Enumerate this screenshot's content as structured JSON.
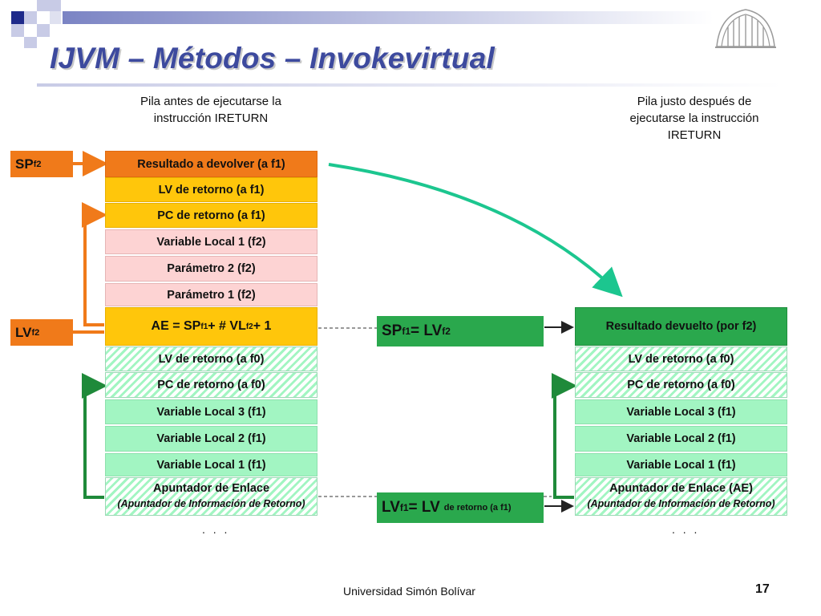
{
  "title": "IJVM – Métodos – Invokevirtual",
  "caption_left": "Pila antes de ejecutarse la instrucción IRETURN",
  "caption_right": "Pila justo después de ejecutarse la instrucción IRETURN",
  "labels": {
    "sp_f2_main": "SP",
    "sp_f2_sub": "f2",
    "lv_f2_main": "LV",
    "lv_f2_sub": "f2"
  },
  "left_stack": [
    "Resultado a devolver (a f1)",
    "LV de retorno (a f1)",
    "PC de retorno (a f1)",
    "Variable Local 1 (f2)",
    "Parámetro 2 (f2)",
    "Parámetro 1 (f2)",
    "AE = SPf1+ # VLf2+ 1",
    "LV de retorno (a f0)",
    "PC de retorno (a f0)",
    "Variable Local 3 (f1)",
    "Variable Local 2 (f1)",
    "Variable Local 1 (f1)",
    "Apuntador de Enlace",
    "(Apuntador de Información de Retorno)"
  ],
  "right_stack": [
    "Resultado devuelto (por f2)",
    "LV de retorno (a f0)",
    "PC de retorno (a f0)",
    "Variable Local 3 (f1)",
    "Variable Local 2 (f1)",
    "Variable Local 1 (f1)",
    "Apuntador de Enlace (AE)",
    "(Apuntador de Información de Retorno)"
  ],
  "ae_formula": {
    "a": "AE = SP",
    "b": "f1",
    "c": "+ # VL",
    "d": "f2",
    "e": "+ 1"
  },
  "sp_eq": {
    "a": "SP",
    "b": "f1",
    "c": "= LV",
    "d": "f2"
  },
  "lv_eq": {
    "a": "LV",
    "b": "f1",
    "c": "= LV",
    "d": "de retorno (a f1)"
  },
  "ellipsis": ". . .",
  "footer": "Universidad Simón Bolívar",
  "page_number": "17",
  "colors": {
    "title": "#3d4a9e",
    "orange": "#f07a1a",
    "yellow": "#ffc60b",
    "pink": "#fdd3d3",
    "green": "#a2f5c2",
    "dark_green": "#2aa84d",
    "teal_arrow": "#1cc68f"
  }
}
